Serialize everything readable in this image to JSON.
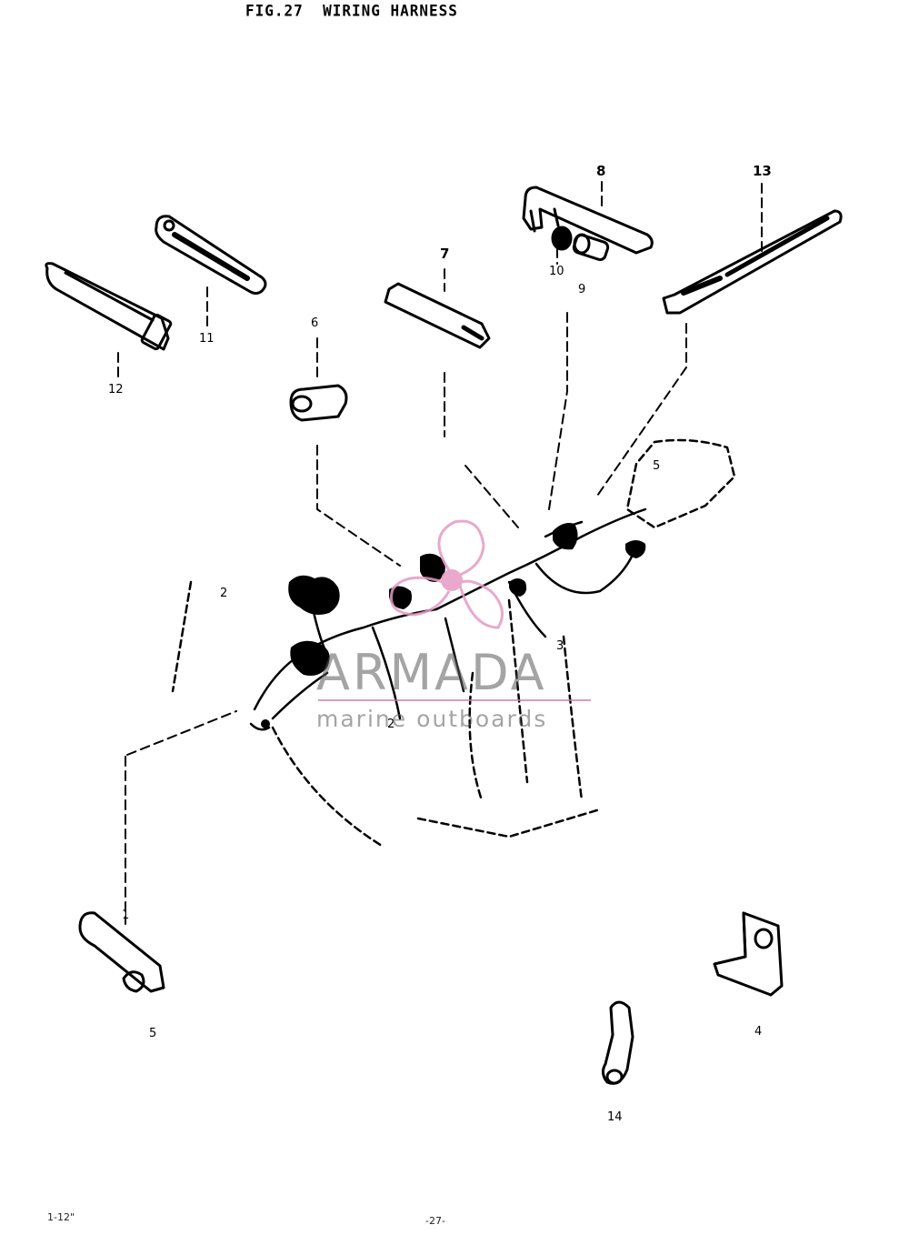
{
  "figure": {
    "title": "FIG.27  WIRING HARNESS"
  },
  "callouts": {
    "c1": "1",
    "c2": "2",
    "c2b": "2",
    "c3": "3",
    "c4": "4",
    "c5": "5",
    "c5b": "5",
    "c6": "6",
    "c7": "7",
    "c8": "8",
    "c9": "9",
    "c10": "10",
    "c11": "11",
    "c12": "12",
    "c13": "13",
    "c14": "14"
  },
  "footer": {
    "left": "1-12\"",
    "center": "-27-"
  },
  "watermark": {
    "brand": "ARMADA",
    "tagline": "marine outboards",
    "accent_color": "#e59bc4",
    "text_color": "#5a5a5a"
  }
}
